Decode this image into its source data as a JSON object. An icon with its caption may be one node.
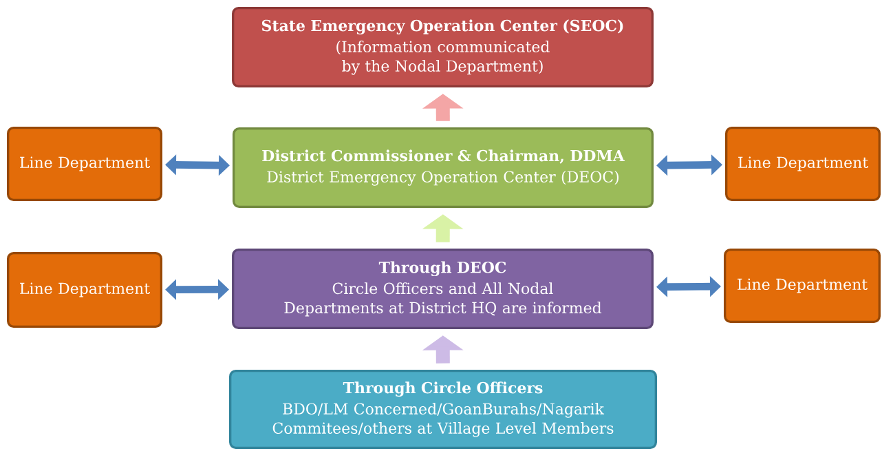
{
  "diagram": {
    "nodes": [
      {
        "text": [
          "State Emergency Operation Center (SEOC)",
          "(Information communicated by the Nodal Department)"
        ]
      },
      {
        "text": [
          "Line Department"
        ]
      },
      {
        "text": [
          "District Commissioner & Chairman, DDMA",
          "District Emergency Operation Center (DEOC)"
        ]
      },
      {
        "text": [
          "Line Department"
        ]
      },
      {
        "text": [
          "Line Department"
        ]
      },
      {
        "text": [
          "Through DEOC",
          "Circle Officers and All Nodal Departments at District HQ are informed"
        ]
      },
      {
        "text": [
          "Line Department"
        ]
      },
      {
        "text": [
          "Through Circle Officers",
          "BDO/LM Concerned/GoanBurahs/Nagarik Commitees/others at Village Level Members"
        ]
      }
    ],
    "edges": [
      {
        "from": 2,
        "to": 0,
        "arrow": "to",
        "style": "thick",
        "color": "#f4a6a6"
      },
      {
        "from": 1,
        "to": 2,
        "arrow": "both"
      },
      {
        "from": 2,
        "to": 3,
        "arrow": "both"
      },
      {
        "from": 5,
        "to": 2,
        "arrow": "to",
        "style": "thick",
        "color": "#d9f2a6"
      },
      {
        "from": 4,
        "to": 5,
        "arrow": "both"
      },
      {
        "from": 5,
        "to": 6,
        "arrow": "both"
      },
      {
        "from": 7,
        "to": 5,
        "arrow": "to",
        "style": "thick",
        "color": "#cdbbe6"
      }
    ]
  }
}
